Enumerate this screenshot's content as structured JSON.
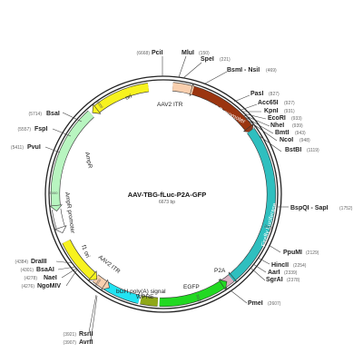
{
  "title": "AAV-TBG-fLuc-P2A-GFP",
  "subtitle": "6673 bp",
  "sites": [
    {
      "name": "PciI",
      "pos": "(6668)"
    },
    {
      "name": "MluI",
      "pos": "(150)"
    },
    {
      "name": "SpeI",
      "pos": "(221)"
    },
    {
      "name": "BsmI - NsiI",
      "pos": "(469)"
    },
    {
      "name": "PasI",
      "pos": "(827)"
    },
    {
      "name": "Acc65I",
      "pos": "(927)"
    },
    {
      "name": "KpnI",
      "pos": "(931)"
    },
    {
      "name": "EcoRI",
      "pos": "(933)"
    },
    {
      "name": "NheI",
      "pos": "(939)"
    },
    {
      "name": "BmtI",
      "pos": "(943)"
    },
    {
      "name": "NcoI",
      "pos": "(948)"
    },
    {
      "name": "BstBI",
      "pos": "(1119)"
    },
    {
      "name": "BspQI - SapI",
      "pos": "(1752)"
    },
    {
      "name": "PpuMI",
      "pos": "(2129)"
    },
    {
      "name": "HincII",
      "pos": "(2254)"
    },
    {
      "name": "AarI",
      "pos": "(2339)"
    },
    {
      "name": "SgrAI",
      "pos": "(2378)"
    },
    {
      "name": "PmeI",
      "pos": "(2607)"
    },
    {
      "name": "AvrII",
      "pos": "(3907)"
    },
    {
      "name": "RsrII",
      "pos": "(3921)"
    },
    {
      "name": "NgoMIV",
      "pos": "(4276)"
    },
    {
      "name": "NaeI",
      "pos": "(4278)"
    },
    {
      "name": "BsaAI",
      "pos": "(4301)"
    },
    {
      "name": "DraIII",
      "pos": "(4384)"
    },
    {
      "name": "PvuI",
      "pos": "(5411)"
    },
    {
      "name": "FspI",
      "pos": "(5557)"
    },
    {
      "name": "BsaI",
      "pos": "(5714)"
    }
  ],
  "features": [
    {
      "name": "AAV2 ITR",
      "color": "#f9cfae"
    },
    {
      "name": "TBG promoter",
      "color": "#9b3510"
    },
    {
      "name": "Firefly Luciferase",
      "color": "#2fbfbf"
    },
    {
      "name": "P2A",
      "color": "#d9b2c2"
    },
    {
      "name": "EGFP",
      "color": "#22d922"
    },
    {
      "name": "WPRE",
      "color": "#8fa818"
    },
    {
      "name": "bGH poly(A) signal",
      "color": "#22e3f2"
    },
    {
      "name": "AAV2 ITR",
      "color": "#f9cfae"
    },
    {
      "name": "f1 ori",
      "color": "#f7f21f"
    },
    {
      "name": "AmpR promoter",
      "color": "#ffffff"
    },
    {
      "name": "AmpR",
      "color": "#b8f5c0"
    },
    {
      "name": "ori",
      "color": "#f7f21f"
    }
  ],
  "ticks": [
    "1000",
    "2000",
    "3000",
    "4000",
    "5000",
    "6000"
  ]
}
